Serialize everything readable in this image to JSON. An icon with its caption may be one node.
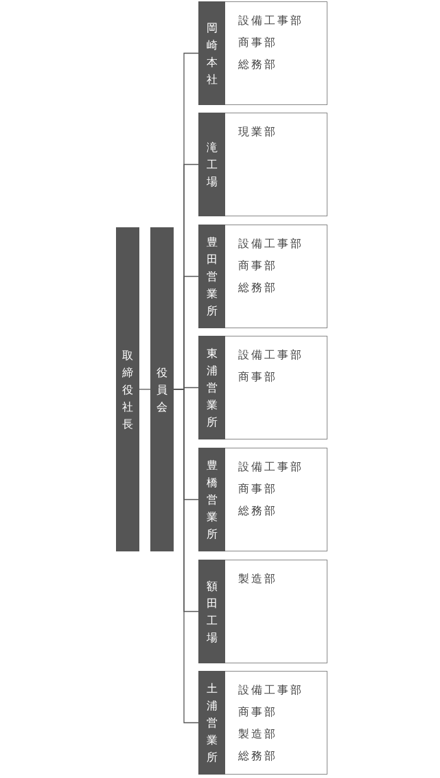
{
  "diagram": {
    "nodes": [
      {
        "text": [
          "取締役社長"
        ]
      },
      {
        "text": [
          "役員会"
        ]
      },
      {
        "text": [
          "岡崎本社",
          "設備工事部",
          "商事部",
          "総務部"
        ]
      },
      {
        "text": [
          "滝工場",
          "現業部"
        ]
      },
      {
        "text": [
          "豊田営業所",
          "設備工事部",
          "商事部",
          "総務部"
        ]
      },
      {
        "text": [
          "東浦営業所",
          "設備工事部",
          "商事部"
        ]
      },
      {
        "text": [
          "豊橋営業所",
          "設備工事部",
          "商事部",
          "総務部"
        ]
      },
      {
        "text": [
          "額田工場",
          "製造部"
        ]
      },
      {
        "text": [
          "土浦営業所",
          "設備工事部",
          "商事部",
          "製造部",
          "総務部"
        ]
      }
    ],
    "edges": [
      {
        "from": 0,
        "to": 1,
        "arrow": "none"
      },
      {
        "from": 1,
        "to": 2,
        "arrow": "none"
      },
      {
        "from": 1,
        "to": 3,
        "arrow": "none"
      },
      {
        "from": 1,
        "to": 4,
        "arrow": "none"
      },
      {
        "from": 1,
        "to": 5,
        "arrow": "none"
      },
      {
        "from": 1,
        "to": 6,
        "arrow": "none"
      },
      {
        "from": 1,
        "to": 7,
        "arrow": "none"
      },
      {
        "from": 1,
        "to": 8,
        "arrow": "none"
      }
    ]
  }
}
